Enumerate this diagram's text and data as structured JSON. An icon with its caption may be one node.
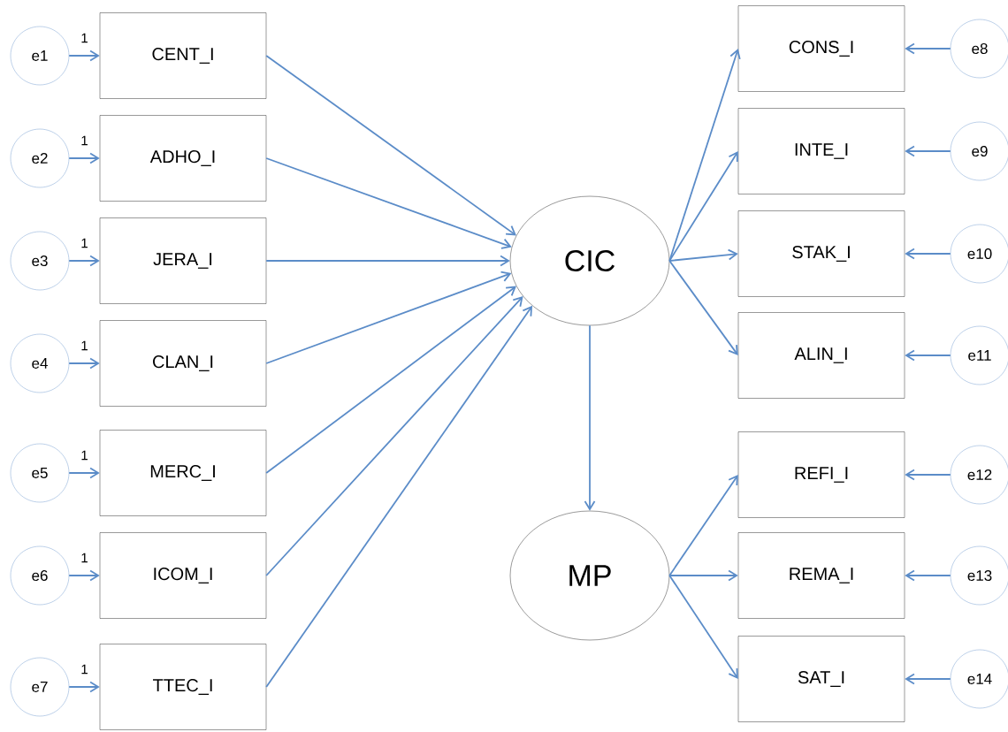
{
  "diagram": {
    "nodes": [
      {
        "text": [
          "e1"
        ]
      },
      {
        "text": [
          "e2"
        ]
      },
      {
        "text": [
          "e3"
        ]
      },
      {
        "text": [
          "e4"
        ]
      },
      {
        "text": [
          "e5"
        ]
      },
      {
        "text": [
          "e6"
        ]
      },
      {
        "text": [
          "e7"
        ]
      },
      {
        "text": [
          "CENT_I"
        ]
      },
      {
        "text": [
          "ADHO_I"
        ]
      },
      {
        "text": [
          "JERA_I"
        ]
      },
      {
        "text": [
          "CLAN_I"
        ]
      },
      {
        "text": [
          "MERC_I"
        ]
      },
      {
        "text": [
          "ICOM_I"
        ]
      },
      {
        "text": [
          "TTEC_I"
        ]
      },
      {
        "text": [
          "CIC"
        ]
      },
      {
        "text": [
          "MP"
        ]
      },
      {
        "text": [
          "CONS_I"
        ]
      },
      {
        "text": [
          "INTE_I"
        ]
      },
      {
        "text": [
          "STAK_I"
        ]
      },
      {
        "text": [
          "ALIN_I"
        ]
      },
      {
        "text": [
          "REFI_I"
        ]
      },
      {
        "text": [
          "REMA_I"
        ]
      },
      {
        "text": [
          "SAT_I"
        ]
      },
      {
        "text": [
          "e8"
        ]
      },
      {
        "text": [
          "e9"
        ]
      },
      {
        "text": [
          "e10"
        ]
      },
      {
        "text": [
          "e11"
        ]
      },
      {
        "text": [
          "e12"
        ]
      },
      {
        "text": [
          "e13"
        ]
      },
      {
        "text": [
          "e14"
        ]
      }
    ],
    "edges": [
      {
        "from": 0,
        "to": 7,
        "arrow": "to",
        "label": "1"
      },
      {
        "from": 1,
        "to": 8,
        "arrow": "to",
        "label": "1"
      },
      {
        "from": 2,
        "to": 9,
        "arrow": "to",
        "label": "1"
      },
      {
        "from": 3,
        "to": 10,
        "arrow": "to",
        "label": "1"
      },
      {
        "from": 4,
        "to": 11,
        "arrow": "to",
        "label": "1"
      },
      {
        "from": 5,
        "to": 12,
        "arrow": "to",
        "label": "1"
      },
      {
        "from": 6,
        "to": 13,
        "arrow": "to",
        "label": "1"
      },
      {
        "from": 7,
        "to": 14,
        "arrow": "to"
      },
      {
        "from": 8,
        "to": 14,
        "arrow": "to"
      },
      {
        "from": 9,
        "to": 14,
        "arrow": "to"
      },
      {
        "from": 10,
        "to": 14,
        "arrow": "to"
      },
      {
        "from": 11,
        "to": 14,
        "arrow": "to"
      },
      {
        "from": 12,
        "to": 14,
        "arrow": "to"
      },
      {
        "from": 13,
        "to": 14,
        "arrow": "to"
      },
      {
        "from": 14,
        "to": 15,
        "arrow": "to"
      },
      {
        "from": 14,
        "to": 16,
        "arrow": "to"
      },
      {
        "from": 14,
        "to": 17,
        "arrow": "to"
      },
      {
        "from": 14,
        "to": 18,
        "arrow": "to"
      },
      {
        "from": 14,
        "to": 19,
        "arrow": "to"
      },
      {
        "from": 15,
        "to": 20,
        "arrow": "to"
      },
      {
        "from": 15,
        "to": 21,
        "arrow": "to"
      },
      {
        "from": 15,
        "to": 22,
        "arrow": "to"
      },
      {
        "from": 23,
        "to": 16,
        "arrow": "to"
      },
      {
        "from": 24,
        "to": 17,
        "arrow": "to"
      },
      {
        "from": 25,
        "to": 18,
        "arrow": "to"
      },
      {
        "from": 26,
        "to": 19,
        "arrow": "to"
      },
      {
        "from": 27,
        "to": 20,
        "arrow": "to"
      },
      {
        "from": 28,
        "to": 21,
        "arrow": "to"
      },
      {
        "from": 29,
        "to": 22,
        "arrow": "to"
      }
    ]
  }
}
